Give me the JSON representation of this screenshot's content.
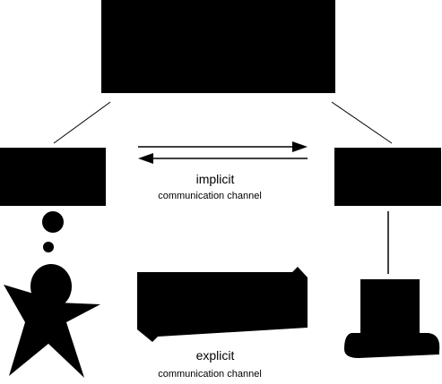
{
  "implicit_channel": {
    "title": "implicit",
    "subtitle": "communication channel"
  },
  "explicit_channel": {
    "title": "explicit",
    "subtitle": "communication channel"
  },
  "colors": {
    "foreground": "#000000",
    "background": "#ffffff"
  },
  "icons": {
    "human": "human-star-figure-icon",
    "thought": "thought-bubble-icon",
    "computer": "computer-terminal-icon"
  }
}
